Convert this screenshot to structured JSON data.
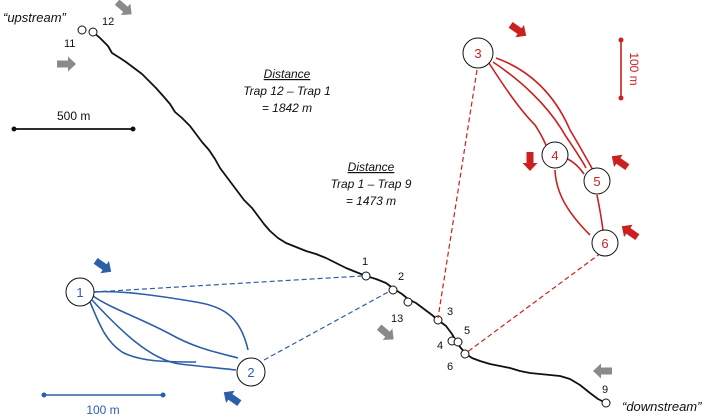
{
  "colors": {
    "black": "#111111",
    "red": "#cc1f1f",
    "blue": "#2d5ea8",
    "gray": "#8a8a8a"
  },
  "labels": {
    "upstream": "“upstream”",
    "downstream": "“downstream”",
    "scale_black": "500 m",
    "scale_red": "100 m",
    "scale_blue": "100 m"
  },
  "distance_12_1": {
    "heading": "Distance",
    "line1": "Trap 12 – Trap 1",
    "line2": "= 1842 m"
  },
  "distance_1_9": {
    "heading": "Distance",
    "line1": "Trap 1 – Trap 9",
    "line2": "= 1473 m"
  },
  "black_traps": [
    "1",
    "2",
    "3",
    "4",
    "5",
    "6",
    "9",
    "11",
    "12",
    "13"
  ],
  "red_traps": [
    "3",
    "4",
    "5",
    "6"
  ],
  "blue_traps": [
    "1",
    "2"
  ],
  "icons": {
    "flow_arrow": "arrow-icon"
  }
}
